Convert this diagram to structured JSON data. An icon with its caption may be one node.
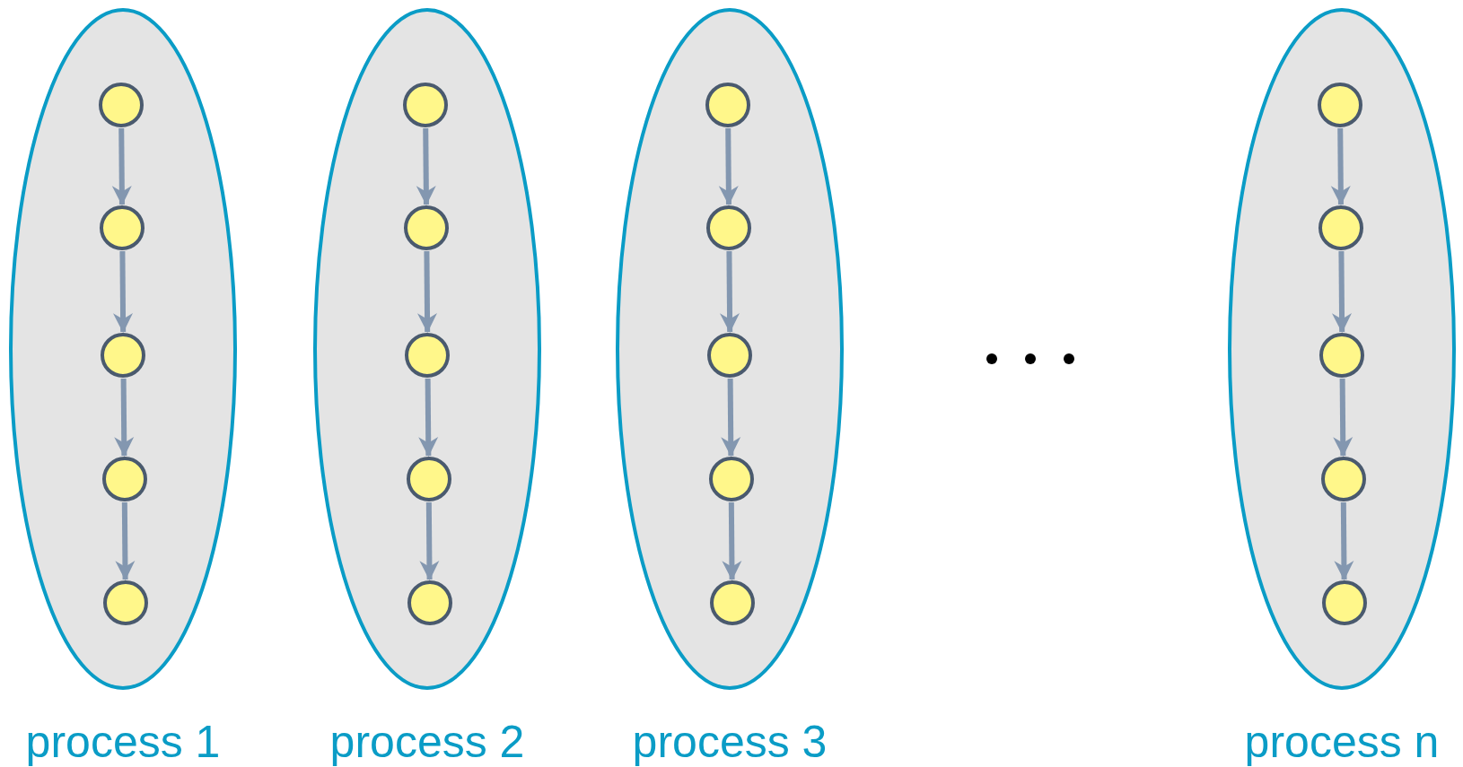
{
  "diagram": {
    "nodes": [
      {
        "text": [
          "process 1"
        ]
      },
      {
        "text": [],
        "shape": "circle",
        "in": 0
      },
      {
        "text": [],
        "shape": "circle",
        "in": 0
      },
      {
        "text": [],
        "shape": "circle",
        "in": 0
      },
      {
        "text": [],
        "shape": "circle",
        "in": 0
      },
      {
        "text": [],
        "shape": "circle",
        "in": 0
      },
      {
        "text": [
          "process 2"
        ]
      },
      {
        "text": [],
        "shape": "circle",
        "in": 6
      },
      {
        "text": [],
        "shape": "circle",
        "in": 6
      },
      {
        "text": [],
        "shape": "circle",
        "in": 6
      },
      {
        "text": [],
        "shape": "circle",
        "in": 6
      },
      {
        "text": [],
        "shape": "circle",
        "in": 6
      },
      {
        "text": [
          "process 3"
        ]
      },
      {
        "text": [],
        "shape": "circle",
        "in": 12
      },
      {
        "text": [],
        "shape": "circle",
        "in": 12
      },
      {
        "text": [],
        "shape": "circle",
        "in": 12
      },
      {
        "text": [],
        "shape": "circle",
        "in": 12
      },
      {
        "text": [],
        "shape": "circle",
        "in": 12
      },
      {
        "text": [
          "process n"
        ]
      },
      {
        "text": [],
        "shape": "circle",
        "in": 18
      },
      {
        "text": [],
        "shape": "circle",
        "in": 18
      },
      {
        "text": [],
        "shape": "circle",
        "in": 18
      },
      {
        "text": [],
        "shape": "circle",
        "in": 18
      },
      {
        "text": [],
        "shape": "circle",
        "in": 18
      }
    ],
    "edges": [
      {
        "from": 1,
        "to": 2,
        "arrow": "to"
      },
      {
        "from": 2,
        "to": 3,
        "arrow": "to"
      },
      {
        "from": 3,
        "to": 4,
        "arrow": "to"
      },
      {
        "from": 4,
        "to": 5,
        "arrow": "to"
      },
      {
        "from": 7,
        "to": 8,
        "arrow": "to"
      },
      {
        "from": 8,
        "to": 9,
        "arrow": "to"
      },
      {
        "from": 9,
        "to": 10,
        "arrow": "to"
      },
      {
        "from": 10,
        "to": 11,
        "arrow": "to"
      },
      {
        "from": 13,
        "to": 14,
        "arrow": "to"
      },
      {
        "from": 14,
        "to": 15,
        "arrow": "to"
      },
      {
        "from": 15,
        "to": 16,
        "arrow": "to"
      },
      {
        "from": 16,
        "to": 17,
        "arrow": "to"
      },
      {
        "from": 19,
        "to": 20,
        "arrow": "to"
      },
      {
        "from": 20,
        "to": 21,
        "arrow": "to"
      },
      {
        "from": 21,
        "to": 22,
        "arrow": "to"
      },
      {
        "from": 22,
        "to": 23,
        "arrow": "to"
      }
    ]
  }
}
